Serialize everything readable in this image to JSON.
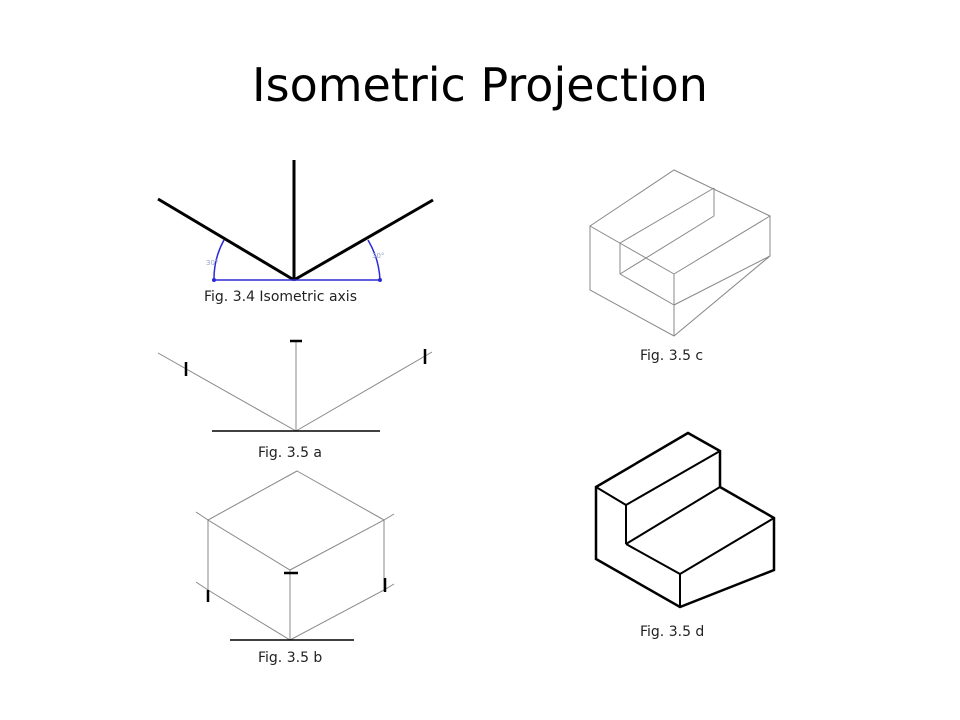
{
  "slide": {
    "title": "Isometric Projection"
  },
  "figures": {
    "axis": {
      "caption": "Fig. 3.4 Isometric axis",
      "arc_label_left": "30°",
      "arc_label_right": "30°"
    },
    "fig_a": {
      "caption": "Fig. 3.5 a"
    },
    "fig_b": {
      "caption": "Fig. 3.5 b"
    },
    "fig_c": {
      "caption": "Fig. 3.5 c"
    },
    "fig_d": {
      "caption": "Fig. 3.5 d"
    }
  },
  "colors": {
    "line": "#000000",
    "thin_line": "#808080",
    "angle_arc": "#2b2bd6"
  }
}
